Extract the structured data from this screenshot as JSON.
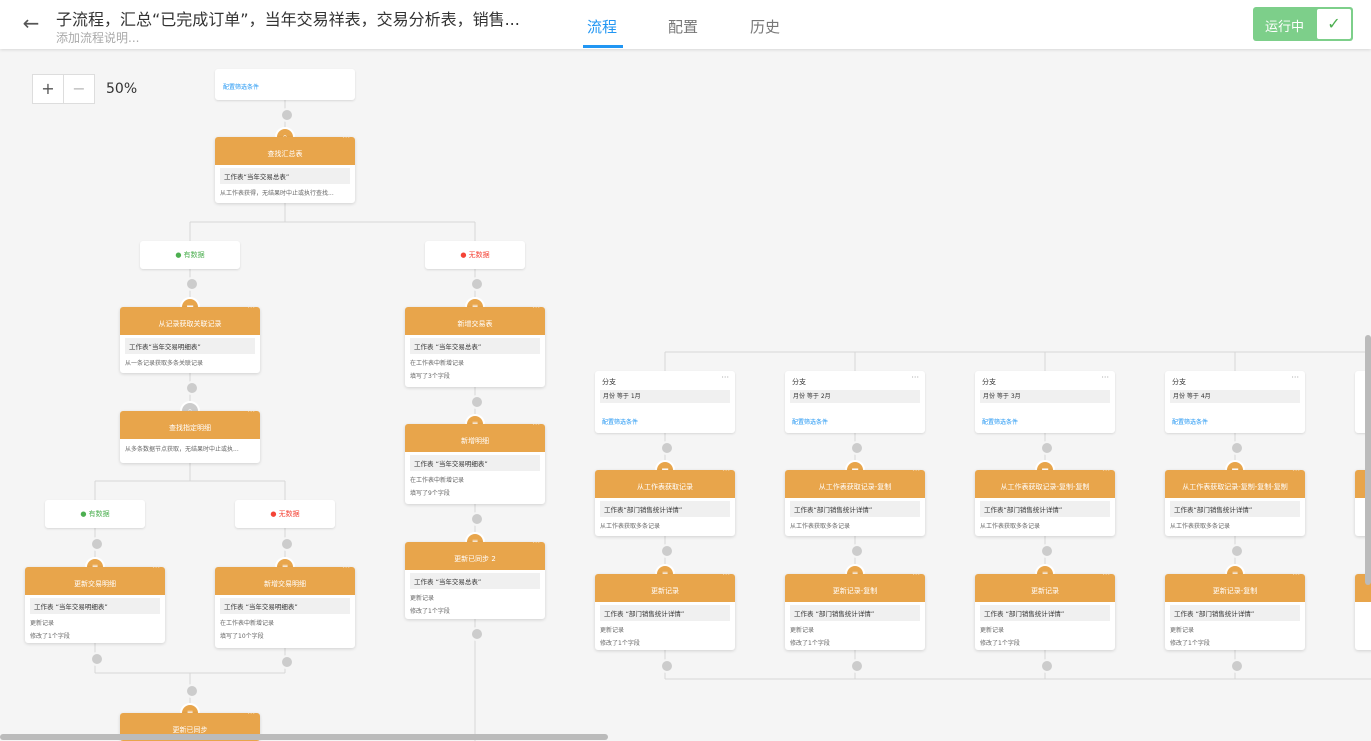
{
  "header": {
    "title": "子流程，汇总“已完成订单”，当年交易祥表，交易分析表，销售...",
    "subtitle": "添加流程说明...",
    "tabs": [
      "流程",
      "配置",
      "历史"
    ],
    "status_label": "运行中",
    "icons": {
      "back": "arrow-left-icon",
      "status": "check-icon"
    }
  },
  "zoom": {
    "plus": "+",
    "minus": "−",
    "value": "50%"
  },
  "top_card": {
    "link": "配置筛选条件"
  },
  "conditions": {
    "has_data": "有数据",
    "no_data": "无数据"
  },
  "nodes": {
    "find_summary": {
      "title": "查找汇总表",
      "tag": "工作表“当年交易总表”",
      "l1": "从工作表获得，无结果时中止或执行查找..."
    },
    "get_related": {
      "title": "从记录获取关联记录",
      "tag": "工作表“当年交易明细表”",
      "l1": "从一条记录获取多条关联记录"
    },
    "add_trade": {
      "title": "新增交易表",
      "tag": "工作表 “当年交易总表”",
      "l1": "在工作表中新增记录",
      "l2": "填写了3个字段"
    },
    "find_detail": {
      "title": "查找指定明细",
      "l1": "从多条数据节点获取，无结果时中止或执..."
    },
    "add_detail": {
      "title": "新增明细",
      "tag": "工作表 “当年交易明细表”",
      "l1": "在工作表中新增记录",
      "l2": "填写了9个字段"
    },
    "update_synced2": {
      "title": "更新已同步 2",
      "tag": "工作表 “当年交易总表”",
      "l1": "更新记录",
      "l2": "修改了1个字段"
    },
    "update_trade_detail": {
      "title": "更新交易明细",
      "tag": "工作表 “当年交易明细表”",
      "l1": "更新记录",
      "l2": "修改了1个字段"
    },
    "add_trade_detail": {
      "title": "新增交易明细",
      "tag": "工作表 “当年交易明细表”",
      "l1": "在工作表中新增记录",
      "l2": "填写了10个字段"
    },
    "update_synced": {
      "title": "更新已同步"
    }
  },
  "branches": [
    {
      "title": "分支",
      "cond": "月份  等于  1月",
      "link": "配置筛选条件",
      "get": {
        "title": "从工作表获取记录",
        "tag": "工作表“部门销售统计详情”",
        "l1": "从工作表获取多条记录"
      },
      "upd": {
        "title": "更新记录",
        "tag": "工作表 “部门销售统计详情”",
        "l1": "更新记录",
        "l2": "修改了1个字段"
      }
    },
    {
      "title": "分支",
      "cond": "月份  等于  2月",
      "link": "配置筛选条件",
      "get": {
        "title": "从工作表获取记录-复制",
        "tag": "工作表“部门销售统计详情”",
        "l1": "从工作表获取多条记录"
      },
      "upd": {
        "title": "更新记录-复制",
        "tag": "工作表 “部门销售统计详情”",
        "l1": "更新记录",
        "l2": "修改了1个字段"
      }
    },
    {
      "title": "分支",
      "cond": "月份  等于  3月",
      "link": "配置筛选条件",
      "get": {
        "title": "从工作表获取记录-复制-复制",
        "tag": "工作表“部门销售统计详情”",
        "l1": "从工作表获取多条记录"
      },
      "upd": {
        "title": "更新记录",
        "tag": "工作表 “部门销售统计详情”",
        "l1": "更新记录",
        "l2": "修改了1个字段"
      }
    },
    {
      "title": "分支",
      "cond": "月份  等于  4月",
      "link": "配置筛选条件",
      "get": {
        "title": "从工作表获取记录-复制-复制-复制",
        "tag": "工作表“部门销售统计详情”",
        "l1": "从工作表获取多条记录"
      },
      "upd": {
        "title": "更新记录-复制",
        "tag": "工作表 “部门销售统计详情”",
        "l1": "更新记录",
        "l2": "修改了1个字段"
      }
    }
  ],
  "node_more": "···",
  "colors": {
    "node_header": "#e8a54b",
    "accent": "#2196f3",
    "running": "#7dcf8a",
    "ok": "#4caf50",
    "no": "#f44336"
  }
}
